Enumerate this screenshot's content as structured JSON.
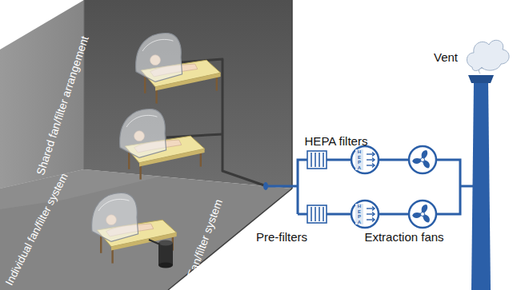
{
  "diagram": {
    "labels": [
      "Shared fan/filter arrangement",
      "Individual fan/filter system",
      "Fan/filter system",
      "HEPA filters",
      "HEPA",
      "HEPA",
      "Pre-filters",
      "Extraction fans",
      "Vent"
    ]
  }
}
